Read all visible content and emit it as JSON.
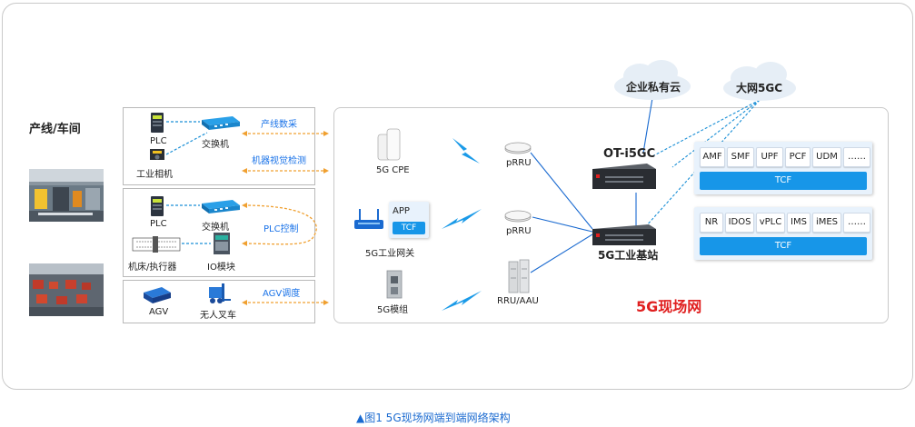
{
  "left_title": "产线/车间",
  "groups": {
    "g1": {
      "plc": "PLC",
      "switch": "交换机",
      "camera": "工业相机"
    },
    "g2": {
      "plc": "PLC",
      "switch": "交换机",
      "machine": "机床/执行器",
      "io": "IO模块"
    },
    "g3": {
      "agv": "AGV",
      "forklift": "无人叉车"
    }
  },
  "links": {
    "collect": "产线数采",
    "vision": "机器视觉检测",
    "plc_control": "PLC控制",
    "agv_dispatch": "AGV调度"
  },
  "terminals": {
    "cpe": "5G CPE",
    "gateway": "5G工业网关",
    "gateway_app": "APP",
    "gateway_tcf": "TCF",
    "module": "5G模组"
  },
  "radio": {
    "prru1": "pRRU",
    "prru2": "pRRU",
    "rru": "RRU/AAU"
  },
  "clouds": {
    "enterprise": "企业私有云",
    "public": "大网5GC"
  },
  "core": {
    "title": "OT-i5GC",
    "functions": [
      "AMF",
      "SMF",
      "UPF",
      "PCF",
      "UDM",
      "……"
    ],
    "tcf": "TCF"
  },
  "station": {
    "title": "5G工业基站",
    "functions": [
      "NR",
      "IDOS",
      "vPLC",
      "IMS",
      "iMES",
      "……"
    ],
    "tcf": "TCF"
  },
  "network_label": "5G现场网",
  "caption": "▲图1  5G现场网端到端网络架构",
  "colors": {
    "accent": "#1796e8",
    "dash_orange": "#f0a030",
    "dash_blue": "#1a8fd6",
    "red": "#e02020"
  }
}
